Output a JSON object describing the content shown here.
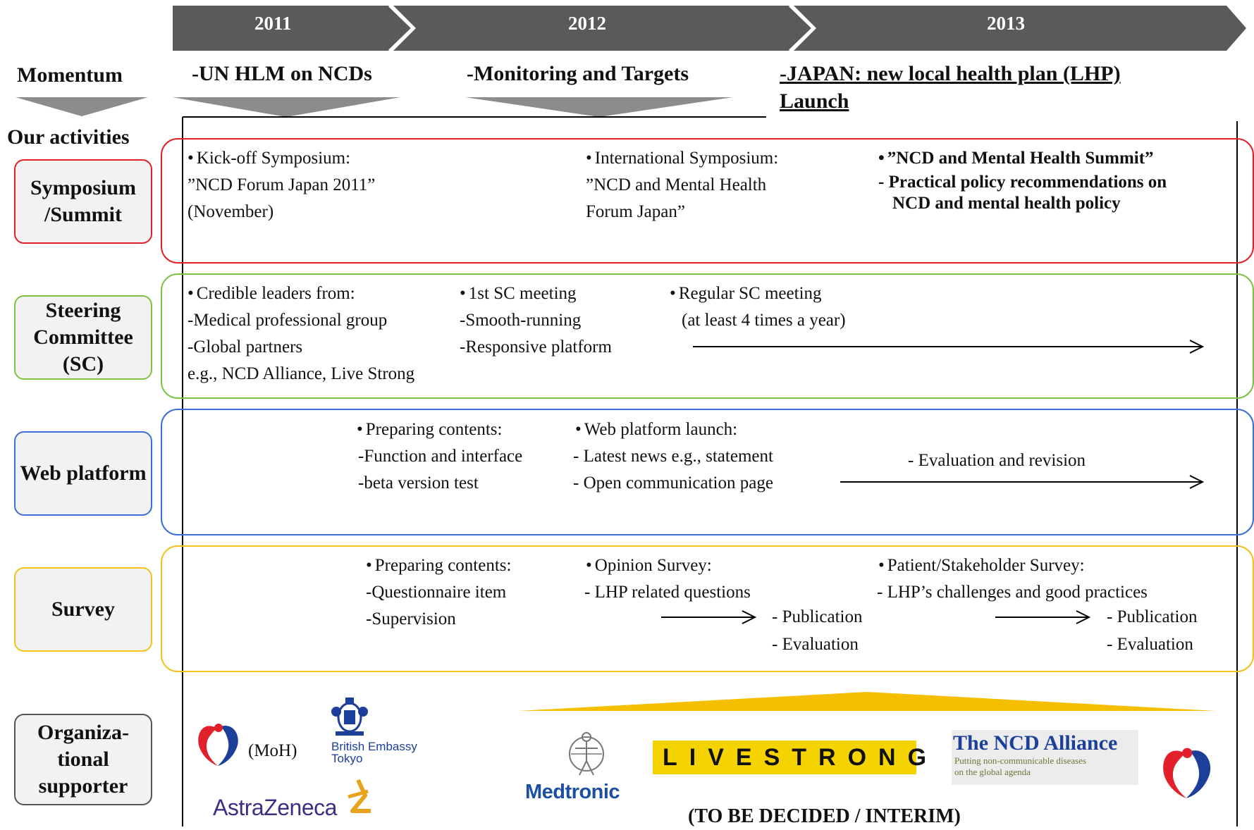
{
  "years": [
    "2011",
    "2012",
    "2013"
  ],
  "momentum": {
    "label": "Momentum",
    "items": [
      "-UN HLM on NCDs",
      "-Monitoring and Targets",
      "-JAPAN: new local health plan (LHP)",
      "Launch"
    ]
  },
  "activities_label": "Our activities",
  "categories": {
    "symposium": "Symposium /Summit",
    "sc": "Steering Committee (SC)",
    "web": "Web platform",
    "survey": "Survey",
    "org": "Organiza- tional supporter"
  },
  "symposium": {
    "col1": [
      "Kick-off Symposium:",
      "”NCD Forum Japan 2011”",
      "(November)"
    ],
    "col2": [
      "International Symposium:",
      "”NCD and Mental Health",
      "Forum Japan”"
    ],
    "col3_title": "”NCD and Mental Health Summit”",
    "col3_sub": [
      "- Practical policy recommendations on",
      "NCD and mental health policy"
    ]
  },
  "sc": {
    "col1": [
      "Credible leaders from:",
      "-Medical professional group",
      "-Global partners",
      "e.g., NCD Alliance, Live Strong"
    ],
    "col2": [
      "1st SC meeting",
      "-Smooth-running",
      "-Responsive platform"
    ],
    "col3": [
      "Regular SC meeting",
      "(at least 4 times a year)"
    ]
  },
  "web": {
    "col1": [
      "Preparing contents:",
      "-Function and interface",
      "-beta version test"
    ],
    "col2": [
      "Web platform launch:",
      "-  Latest news  e.g., statement",
      "-  Open communication page"
    ],
    "col3": "-  Evaluation and revision"
  },
  "survey": {
    "col1": [
      "Preparing contents:",
      "-Questionnaire item",
      "-Supervision"
    ],
    "col2": [
      "Opinion Survey:",
      "- LHP related questions"
    ],
    "col2_out": [
      "-  Publication",
      "-  Evaluation"
    ],
    "col3": [
      "Patient/Stakeholder Survey:",
      "- LHP’s challenges  and  good practices"
    ],
    "col3_out": [
      "-  Publication",
      "-  Evaluation"
    ]
  },
  "supporters": {
    "moh": "(MoH)",
    "british": [
      "British Embassy",
      "Tokyo"
    ],
    "astrazeneca": "AstraZeneca",
    "medtronic": "Medtronic",
    "livestrong": "LIVESTRONG",
    "ncd_alliance_title": "The NCD Alliance",
    "ncd_alliance_sub": [
      "Putting non-communicable diseases",
      "on the global agenda"
    ],
    "tbd": "(TO BE DECIDED / INTERIM)"
  },
  "colors": {
    "symposium": "#e2202a",
    "sc": "#7dc243",
    "web": "#3a6fd8",
    "survey": "#f2c21b",
    "org": "#555555",
    "banner": "#5a5a5a",
    "momentum_arrow": "#8c8c8c",
    "yellow_wedge": "#f5bf00"
  }
}
